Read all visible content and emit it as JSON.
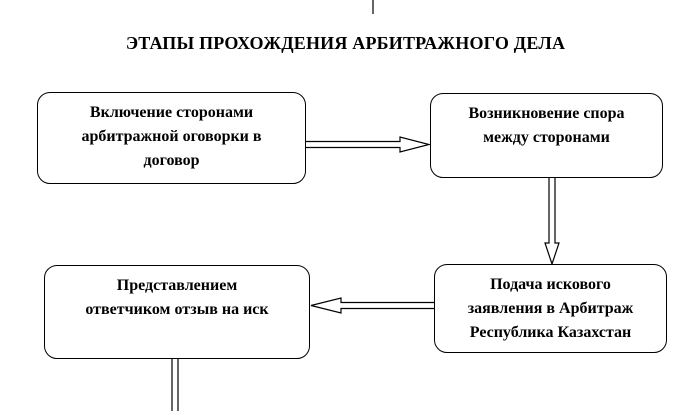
{
  "title": "ЭТАПЫ ПРОХОЖДЕНИЯ АРБИТРАЖНОГО ДЕЛА",
  "steps": [
    {
      "id": "inclusion",
      "lines": [
        "Включение сторонами",
        "арбитражной оговорки в",
        "договор"
      ]
    },
    {
      "id": "dispute",
      "lines": [
        "Возникновение спора",
        "между сторонами"
      ]
    },
    {
      "id": "claim",
      "lines": [
        "Подача искового",
        "заявления в Арбитраж",
        "Республика Казахстан"
      ]
    },
    {
      "id": "response",
      "lines": [
        "Представлением",
        "ответчиком отзыв на иск"
      ]
    }
  ],
  "colors": {
    "line": "#000000",
    "arrow_fill": "#ffffff",
    "background": "#ffffff"
  }
}
